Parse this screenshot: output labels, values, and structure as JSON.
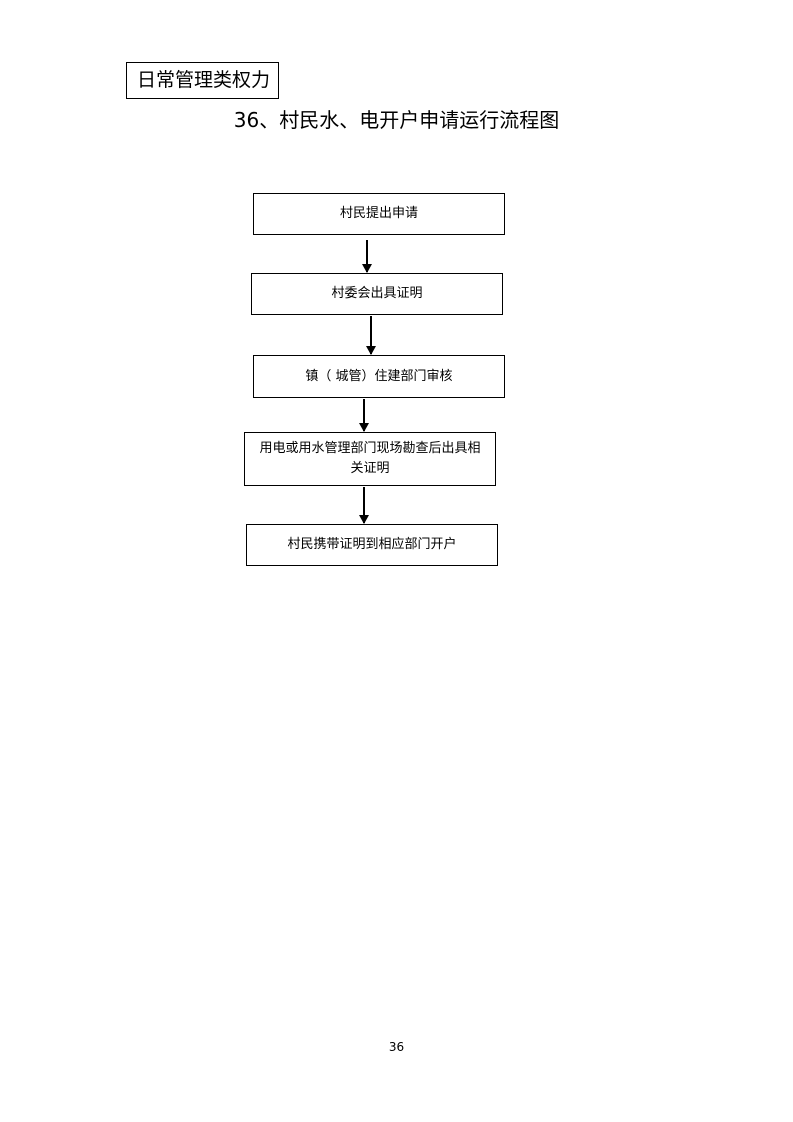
{
  "category_label": "日常管理类权力",
  "title": "36、村民水、电开户申请运行流程图",
  "flow_steps": [
    "村民提出申请",
    "村委会出具证明",
    "镇（ 城管）住建部门审核",
    "用电或用水管理部门现场勘查后出具相关证明",
    "村民携带证明到相应部门开户"
  ],
  "page_number": "36"
}
